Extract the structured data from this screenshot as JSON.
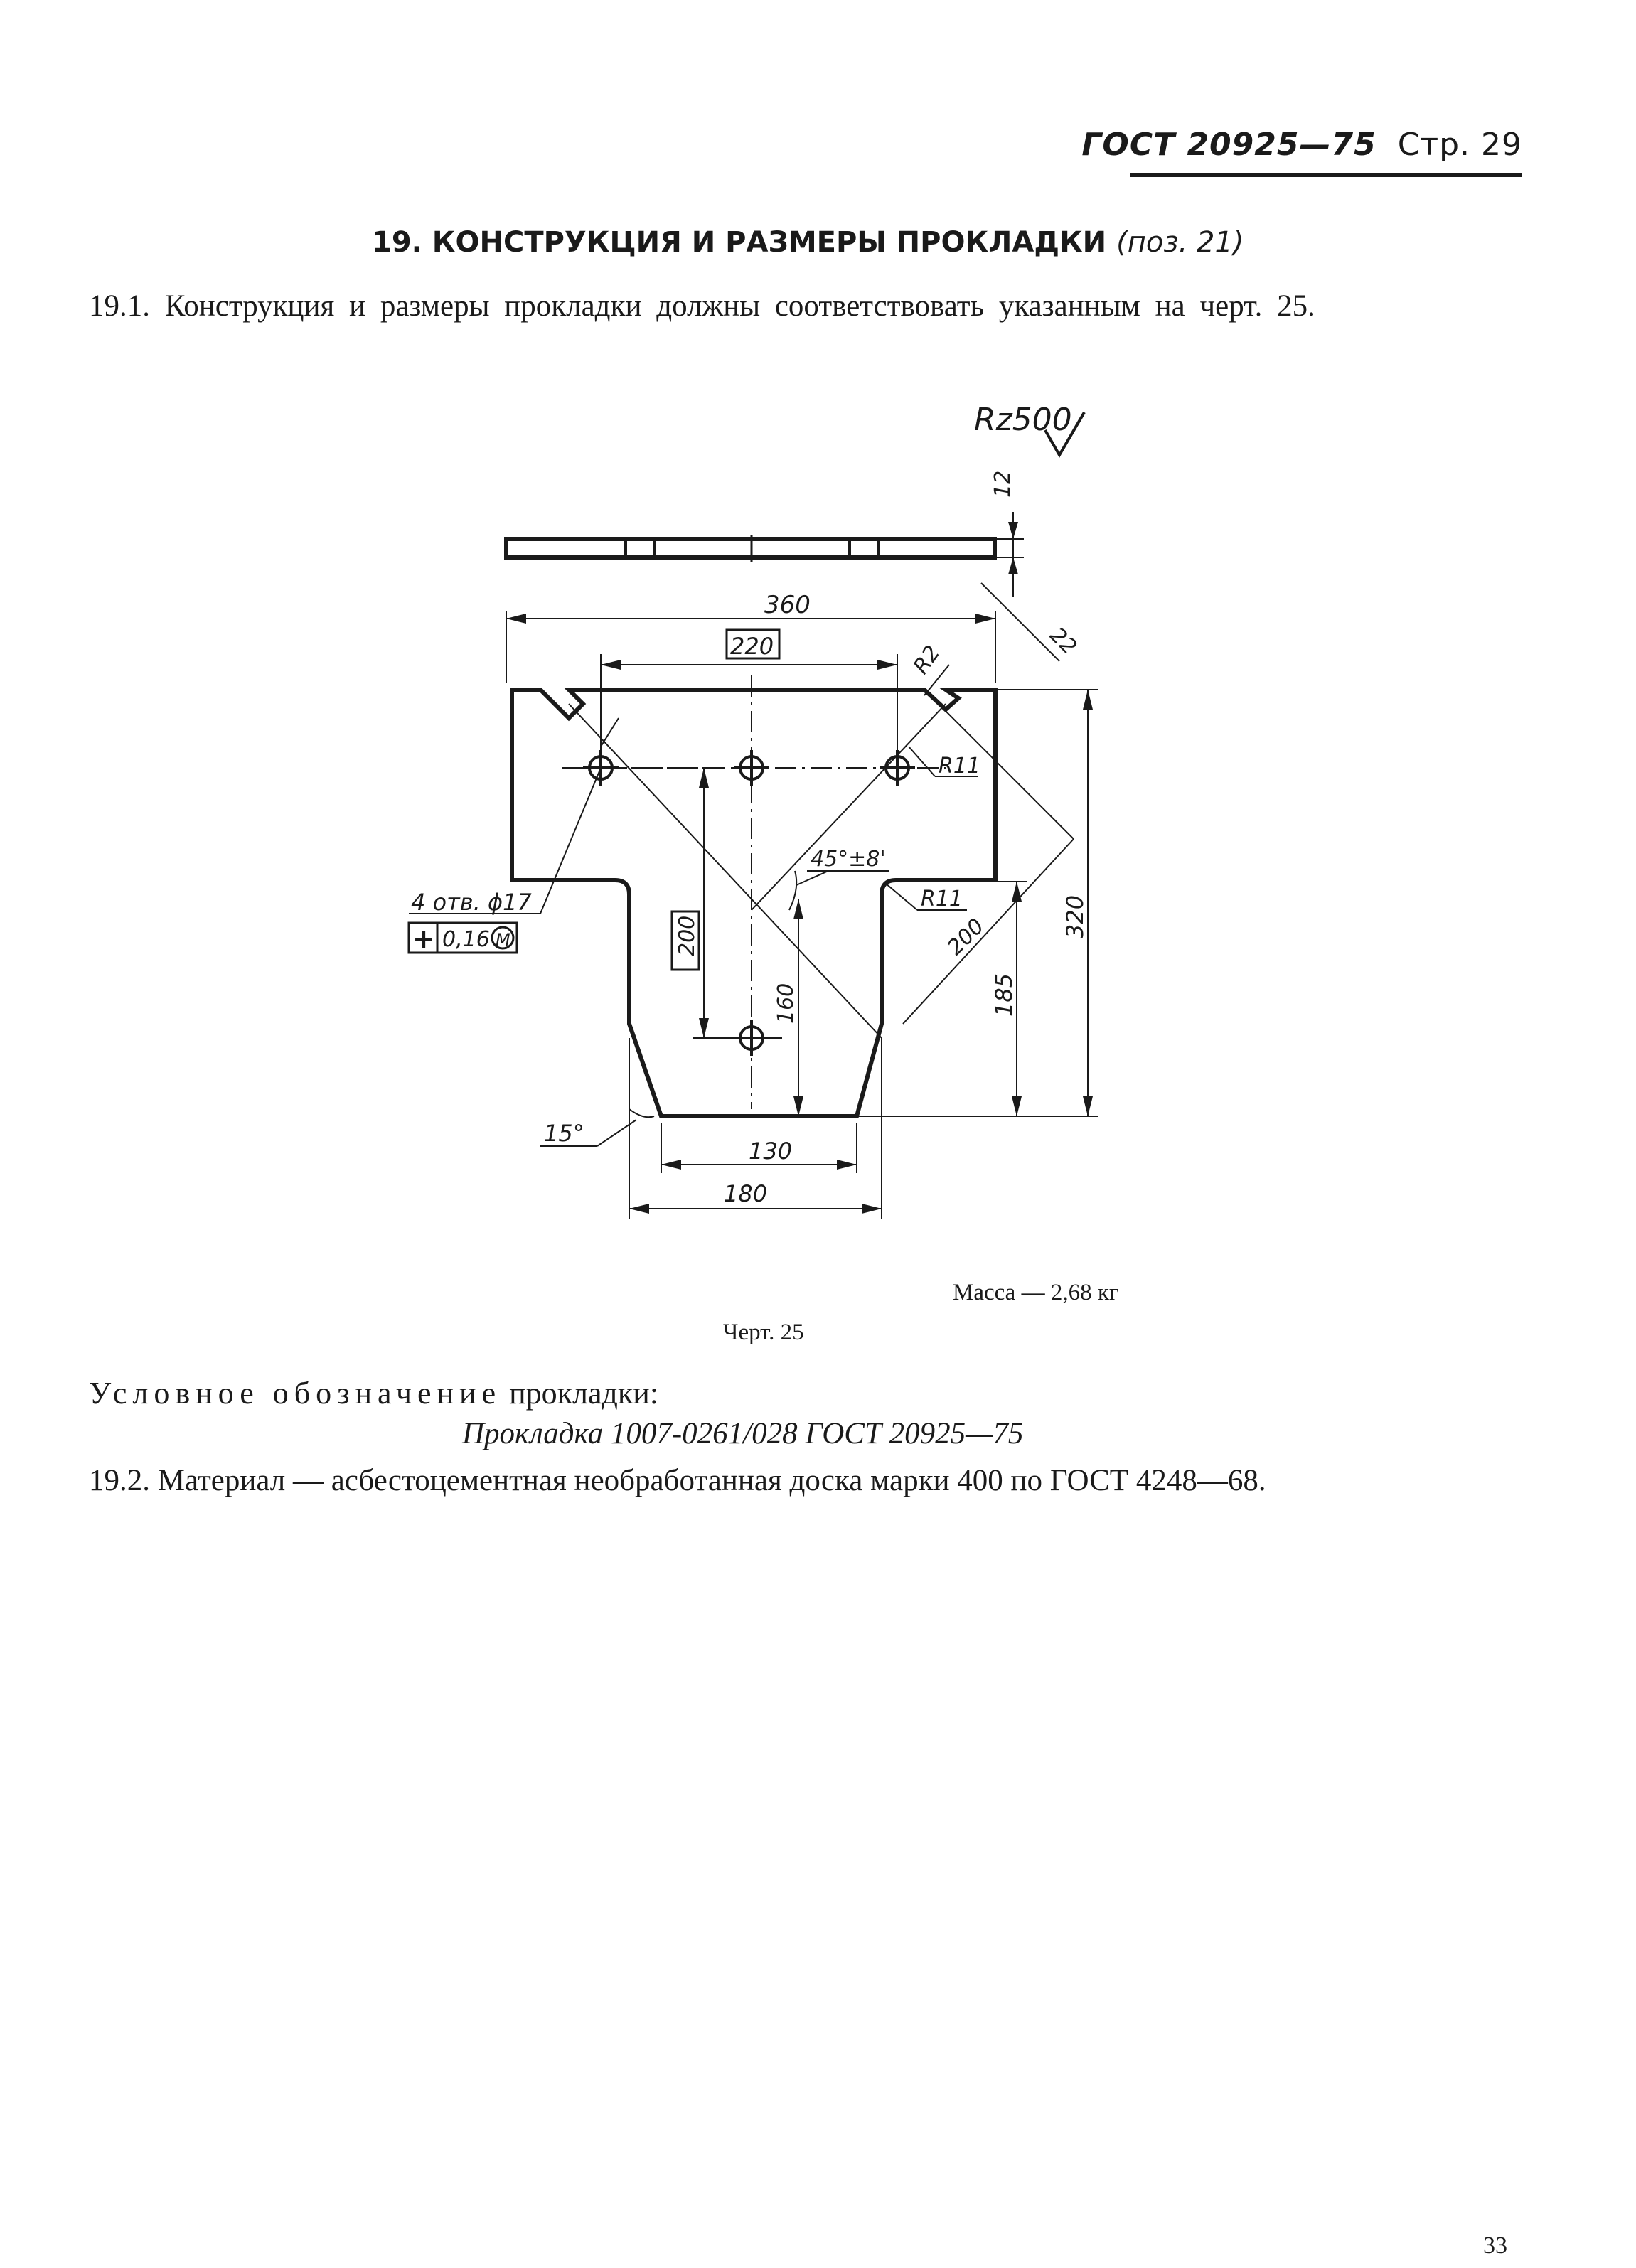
{
  "header": {
    "standard": "ГОСТ 20925—75",
    "page_label": "Стр. 29"
  },
  "section": {
    "title": "19. КОНСТРУКЦИЯ И РАЗМЕРЫ ПРОКЛАДКИ",
    "ref": "(поз. 21)"
  },
  "paragraphs": {
    "p191": "19.1. Конструкция и размеры прокладки должны соответствовать указанным на черт. 25.",
    "p192": "19.2. Материал — асбестоцементная необработанная доска марки 400 по ГОСТ 4248—68."
  },
  "drawing": {
    "roughness": "Rz500",
    "dims": {
      "thickness": "12",
      "overall_width": "360",
      "hole_spacing": "220",
      "r2": "R2",
      "slot_width": "22",
      "r11_top": "R11",
      "angle": "45°±8'",
      "r11_mid": "R11",
      "diag_200": "200",
      "height_320": "320",
      "height_185": "185",
      "vert_200": "200",
      "vert_160": "160",
      "bottom_130": "130",
      "bottom_180": "180",
      "taper": "15°"
    },
    "holes_note": "4 отв. ϕ17",
    "tolerance": {
      "symbol": "+",
      "value": "0,16",
      "modifier": "M"
    }
  },
  "mass": "Масса — 2,68 кг",
  "caption": "Черт. 25",
  "designation": {
    "label_spaced": "Условное обозначение",
    "label_rest": " прокладки:",
    "value": "Прокладка 1007-0261/028 ГОСТ 20925—75"
  },
  "page_number": "33"
}
